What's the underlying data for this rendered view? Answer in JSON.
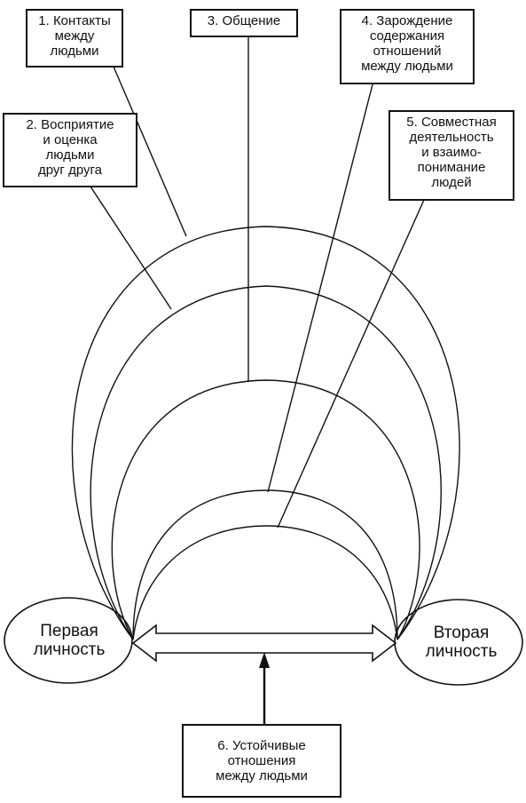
{
  "boxes": {
    "b1": [
      "1. Контакты",
      "между",
      "людьми"
    ],
    "b2": [
      "2. Восприятие",
      "и оценка",
      "людьми",
      "друг друга"
    ],
    "b3": [
      "3. Общение"
    ],
    "b4": [
      "4. Зарождение",
      "содержания",
      "отношений",
      "между людьми"
    ],
    "b5": [
      "5. Совместная",
      "деятельность",
      "и взаимо-",
      "понимание",
      "людей"
    ],
    "b6": [
      "6. Устойчивые",
      "отношения",
      "между людьми"
    ]
  },
  "persons": {
    "first": [
      "Первая",
      "личность"
    ],
    "second": [
      "Вторая",
      "личность"
    ]
  }
}
